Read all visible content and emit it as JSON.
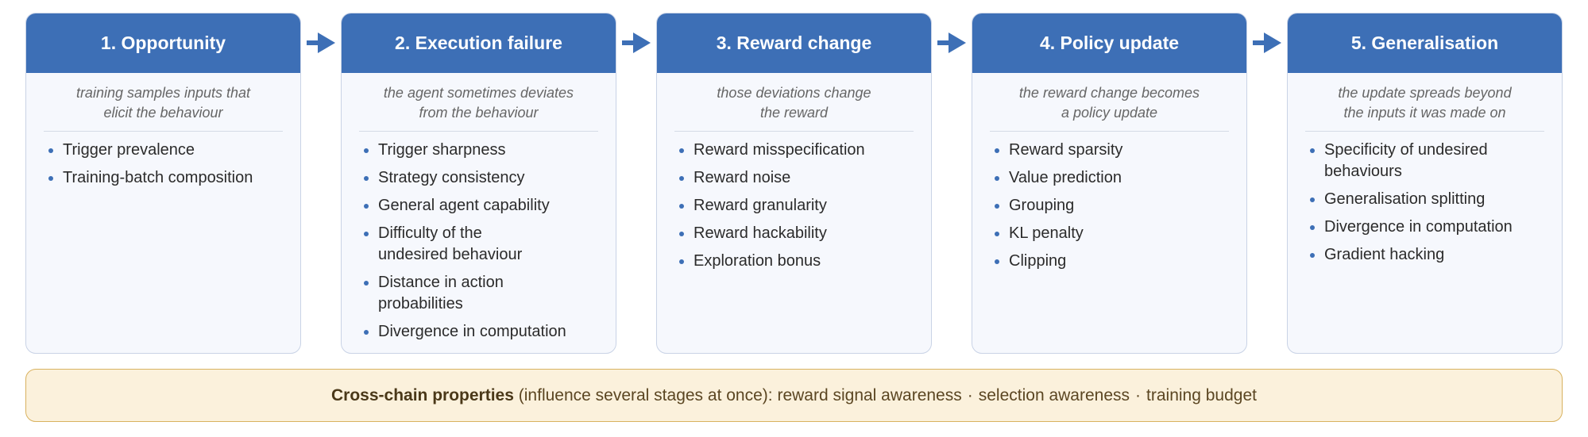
{
  "stages": [
    {
      "title": "1. Opportunity",
      "subtitle": [
        "training samples inputs that",
        "elicit the behaviour"
      ],
      "items": [
        [
          "Trigger prevalence"
        ],
        [
          "Training-batch composition"
        ]
      ]
    },
    {
      "title": "2. Execution failure",
      "subtitle": [
        "the agent sometimes deviates",
        "from the behaviour"
      ],
      "items": [
        [
          "Trigger sharpness"
        ],
        [
          "Strategy consistency"
        ],
        [
          "General agent capability"
        ],
        [
          "Difficulty of the",
          "undesired behaviour"
        ],
        [
          "Distance in action",
          "probabilities"
        ],
        [
          "Divergence in computation"
        ]
      ]
    },
    {
      "title": "3. Reward change",
      "subtitle": [
        "those deviations change",
        "the reward"
      ],
      "items": [
        [
          "Reward misspecification"
        ],
        [
          "Reward noise"
        ],
        [
          "Reward granularity"
        ],
        [
          "Reward hackability"
        ],
        [
          "Exploration bonus"
        ]
      ]
    },
    {
      "title": "4. Policy update",
      "subtitle": [
        "the reward change becomes",
        "a policy update"
      ],
      "items": [
        [
          "Reward sparsity"
        ],
        [
          "Value prediction"
        ],
        [
          "Grouping"
        ],
        [
          "KL penalty"
        ],
        [
          "Clipping"
        ]
      ]
    },
    {
      "title": "5. Generalisation",
      "subtitle": [
        "the update spreads beyond",
        "the inputs it was made on"
      ],
      "items": [
        [
          "Specificity of undesired",
          "behaviours"
        ],
        [
          "Generalisation splitting"
        ],
        [
          "Divergence in computation"
        ],
        [
          "Gradient hacking"
        ]
      ]
    }
  ],
  "cross_chain": {
    "label": "Cross-chain properties",
    "qualifier": "(influence several stages at once):",
    "properties": [
      "reward signal awareness",
      "selection awareness",
      "training budget"
    ],
    "separator": "·"
  },
  "colors": {
    "header": "#3d6fb6",
    "arrow": "#3d6fb6",
    "card_bg": "#f6f8fd",
    "cross_chain_bg": "#fbf1dc",
    "cross_chain_border": "#d9b25f"
  },
  "icons": {
    "connector": "right-arrow-icon",
    "bullet": "bullet-dot-icon"
  }
}
